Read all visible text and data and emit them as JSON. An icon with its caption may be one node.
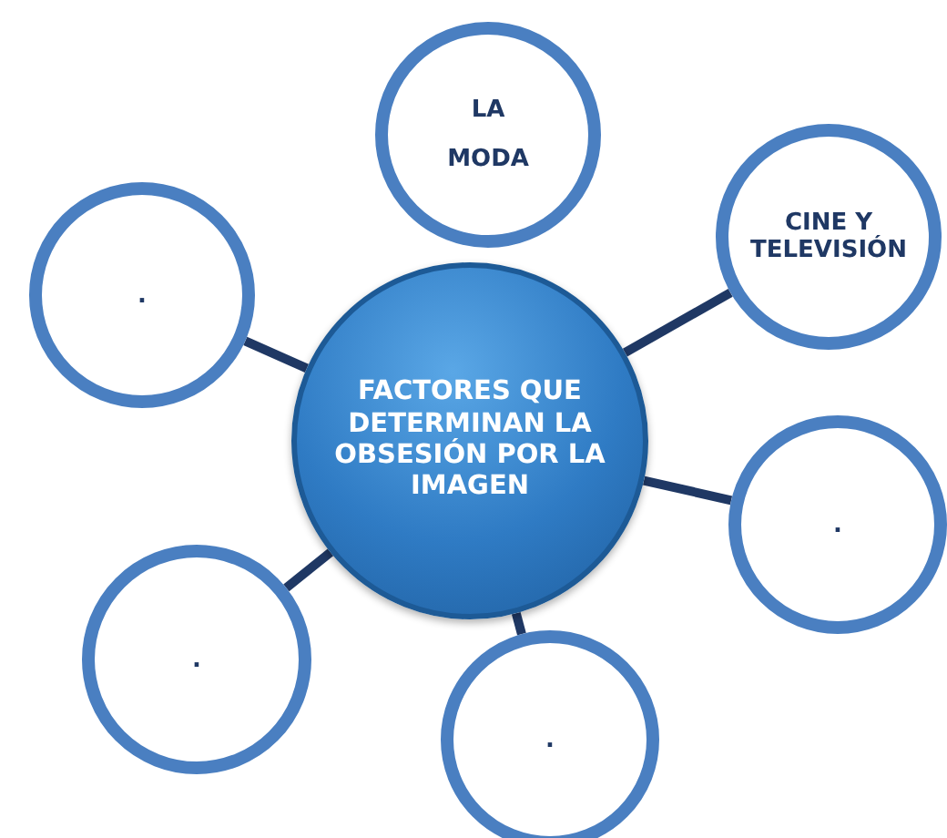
{
  "diagram": {
    "nodes": [
      {
        "text": [
          "FACTORES QUE DETERMINAN LA OBSESIÓN POR LA IMAGEN"
        ]
      },
      {
        "text": [
          "LA",
          "MODA"
        ]
      },
      {
        "text": [
          "."
        ]
      },
      {
        "text": [
          "CINE Y TELEVISIÓN"
        ]
      },
      {
        "text": [
          "."
        ]
      },
      {
        "text": [
          "."
        ]
      },
      {
        "text": [
          "."
        ]
      }
    ],
    "edges": [
      {
        "from": 0,
        "to": 2,
        "arrow": "none"
      },
      {
        "from": 0,
        "to": 3,
        "arrow": "none"
      },
      {
        "from": 0,
        "to": 4,
        "arrow": "none"
      },
      {
        "from": 0,
        "to": 5,
        "arrow": "none"
      },
      {
        "from": 0,
        "to": 6,
        "arrow": "none"
      }
    ]
  }
}
